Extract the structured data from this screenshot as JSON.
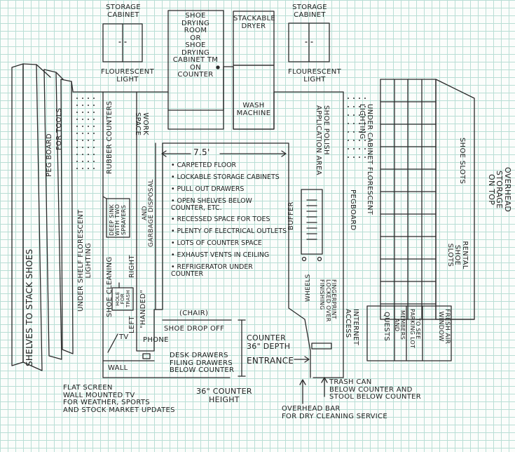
{
  "labels": {
    "storage_left": "STORAGE\nCABINET",
    "storage_right": "STORAGE\nCABINET",
    "shoe_drying": "SHOE\nDRYING\nROOM\nOR\nSHOE\nDRYING\nCABINET TM\nON\nCOUNTER",
    "stackable_dryer": "STACKABLE\nDRYER",
    "wash_machine": "WASH\nMACHINE",
    "fluor_left": "FLOURESCENT\nLIGHT",
    "fluor_right": "FLOURESCENT\nLIGHT",
    "shelves_stack": "SHELVES TO STACK SHOES",
    "peg_board": "PEG BOARD",
    "for_tools": "FOR TOOLS",
    "under_shelf_lighting": "UNDER SHELF FLORESCENT\nLIGHTING",
    "rubber_counters": "RUBBER COUNTERS",
    "work_space": "WORK\nSPACE",
    "dimension": "7.5'",
    "deep_sink": "DEEP SINK\nWITH TWO\nSPRAYERS",
    "garbage_disposal": "AND\nGARBAGE DISPOSAL",
    "shoe_cleaning": "SHOE CLEANING",
    "hole_for_trash": "HOLE\nFOR\nTRASH",
    "left": "LEFT",
    "right": "RIGHT",
    "handed": "\"HANDED\"",
    "chair": "(CHAIR)",
    "shoe_drop_off": "SHOE DROP OFF",
    "tv": "TV",
    "phone": "PHONE",
    "wall": "WALL",
    "desk_drawers": "DESK DRAWERS\nFILING DRAWERS\nBELOW COUNTER",
    "counter_depth": "COUNTER\n36\" DEPTH",
    "entrance": "ENTRANCE",
    "counter_height": "36\" COUNTER\nHEIGHT",
    "flat_screen": "FLAT SCREEN\nWALL MOUNTED TV\nFOR WEATHER, SPORTS\nAND STOCK MARKET UPDATES",
    "shoe_polish": "SHOE POLISH\nAPPLICATION AREA",
    "buffer": "BUFFER",
    "wheels": "WHEELS",
    "fingerprint": "FINGERPRINT\nLOCKED OVER\nFINISHING",
    "pegboard": "PEGBOARD",
    "under_cabinet": "UNDER CABINET FLORESCENT LIGHTING",
    "internet_access": "INTERNET\nACCESS",
    "shoe_slots": "SHOE SLOTS",
    "rental_shoe_slots": "RENTAL SHOE\nSLOTS",
    "overhead_storage": "OVERHEAD STORAGE\nON TOP",
    "guests": "QUESTS",
    "members": "MEMBERS\nAND",
    "to_see": "TO SEE\nPARKING LOT",
    "fresh_air": "FRESH AIR\nWINDOW",
    "trash_can": "TRASH CAN\nBELOW COUNTER AND\nSTOOL BELOW COUNTER",
    "overhead_bar": "OVERHEAD BAR\nFOR DRY CLEANING SERVICE"
  },
  "features": [
    "CARPETED FLOOR",
    "LOCKABLE STORAGE CABINETS",
    "PULL OUT DRAWERS",
    "OPEN SHELVES BELOW\nCOUNTER, ETC.",
    "RECESSED SPACE FOR TOES",
    "PLENTY OF ELECTRICAL OUTLETS",
    "LOTS OF COUNTER SPACE",
    "EXHAUST VENTS IN CEILING",
    "REFRIGERATOR UNDER\nCOUNTER"
  ]
}
